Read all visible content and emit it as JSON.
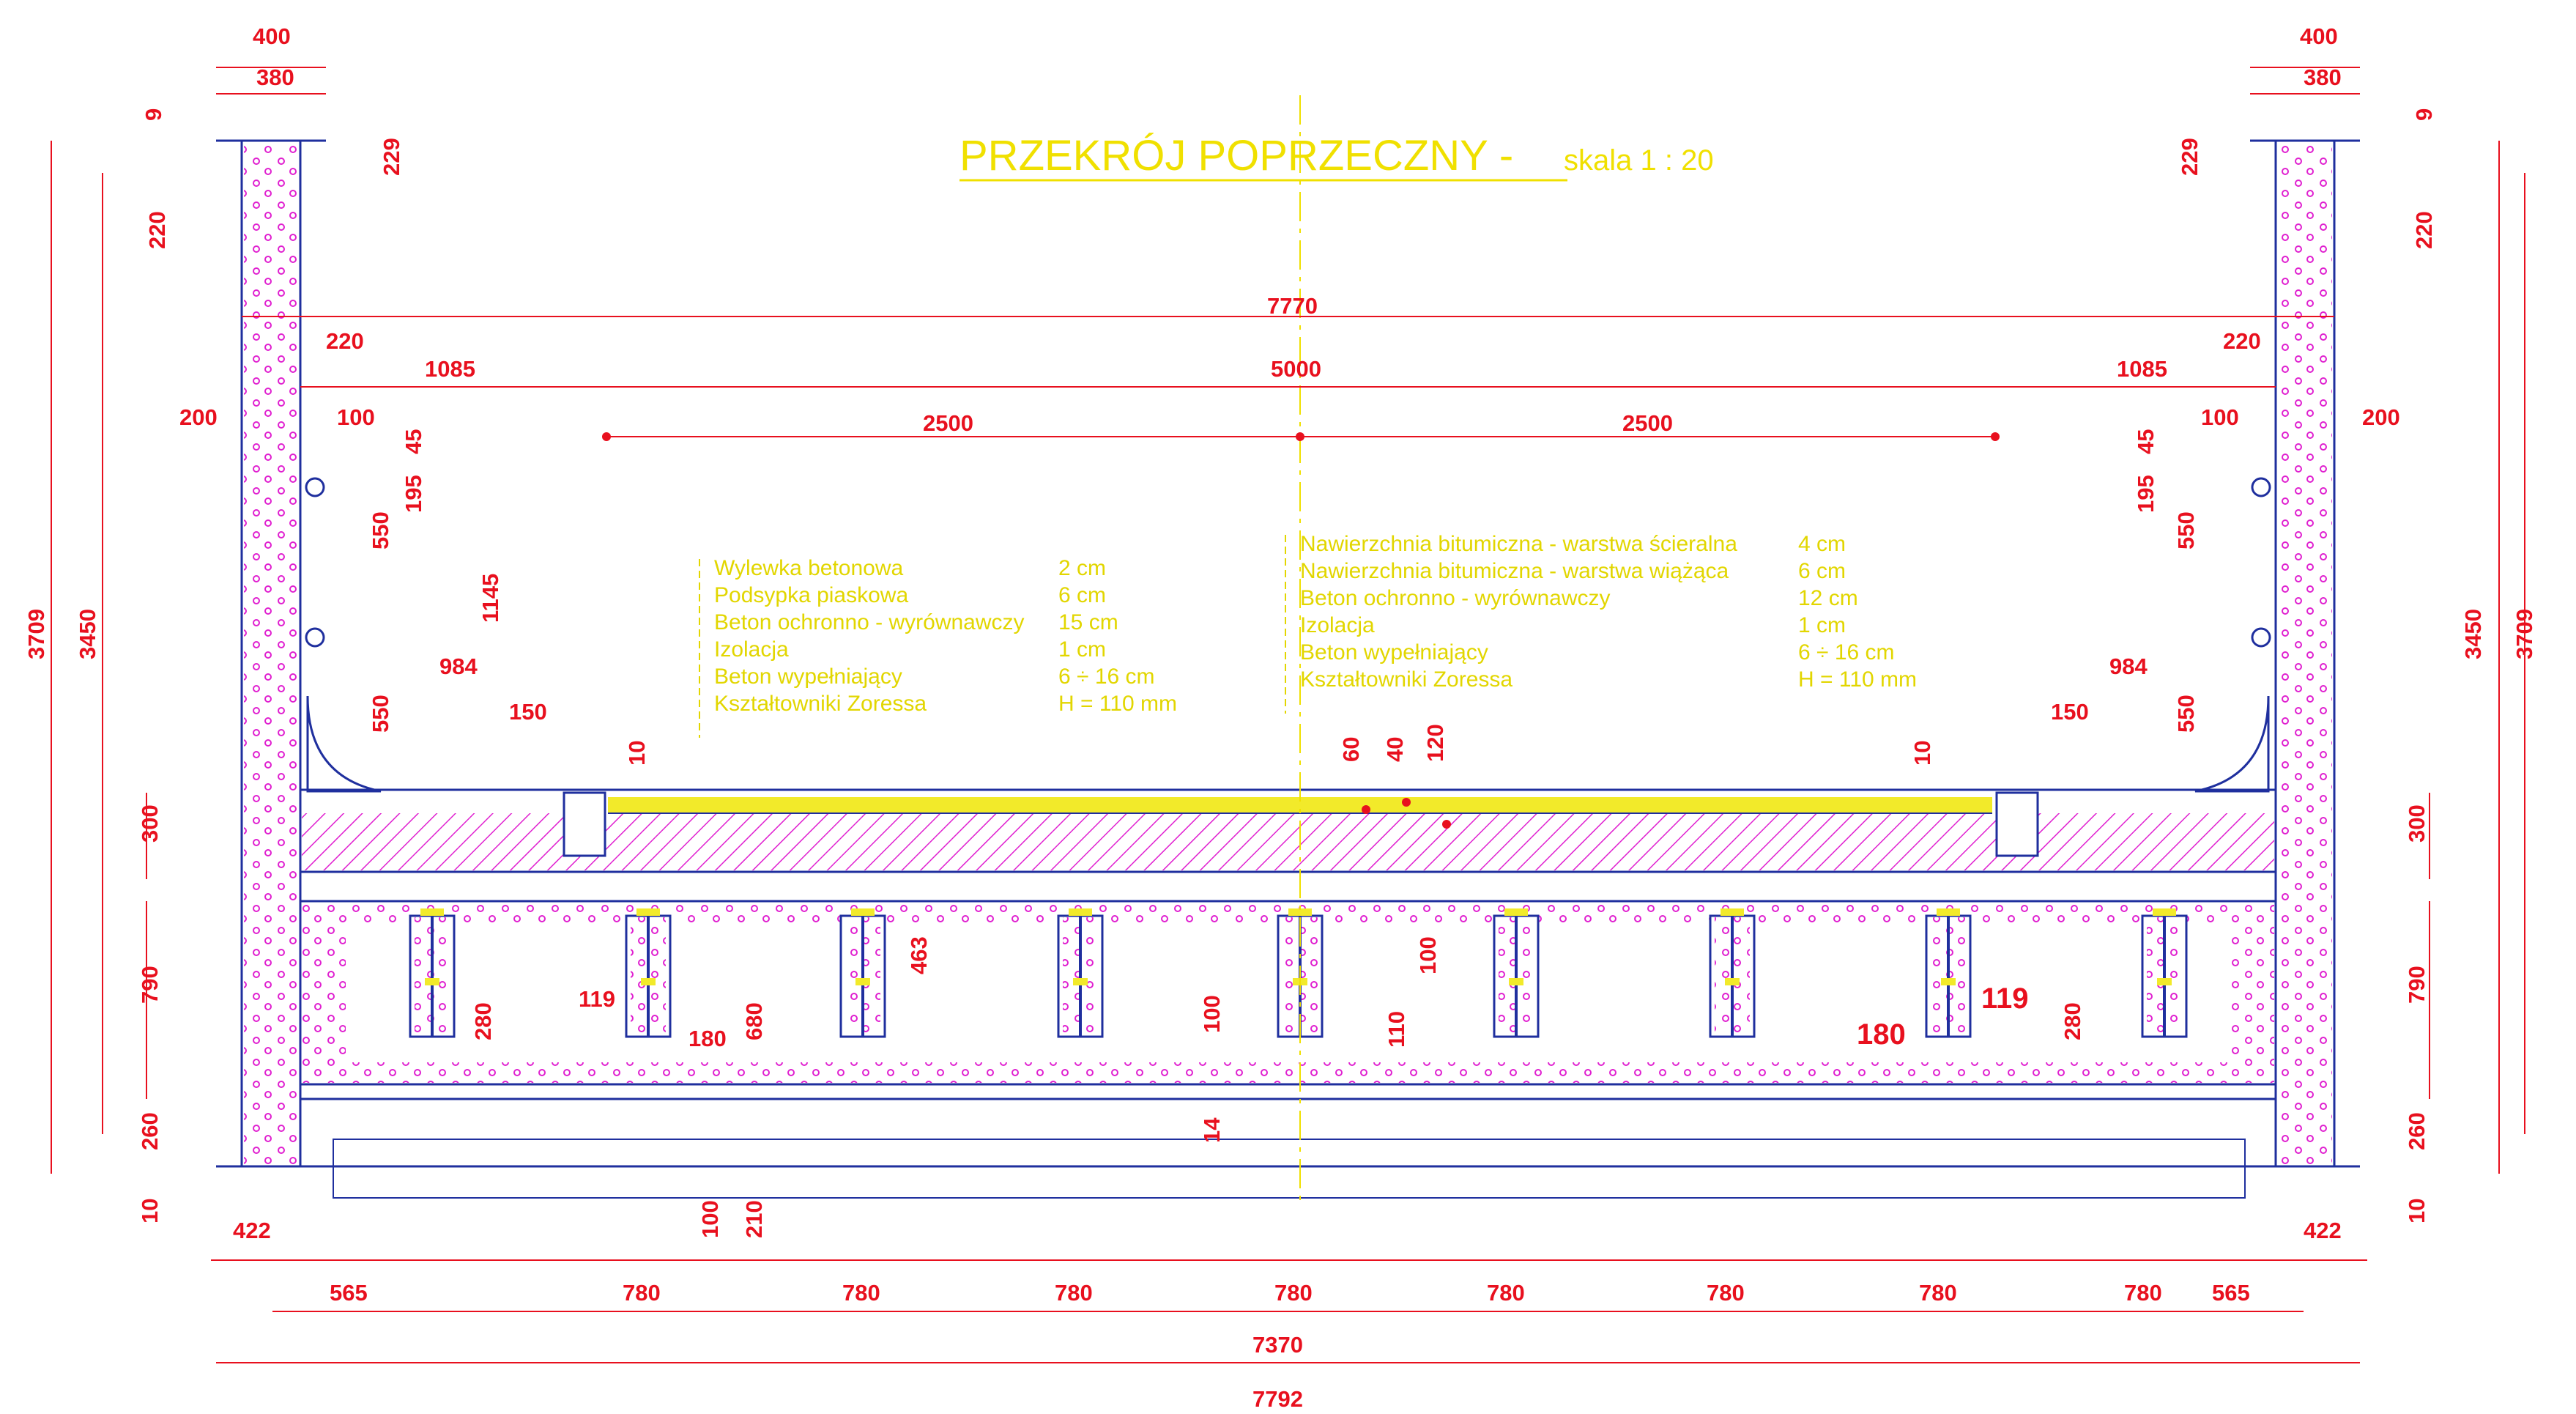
{
  "title": "PRZEKRÓJ  POPRZECZNY - ",
  "scale": "skala 1 : 20",
  "layers_left": [
    {
      "name": "Wylewka  betonowa",
      "value": "2 cm"
    },
    {
      "name": "Podsypka  piaskowa",
      "value": "6 cm"
    },
    {
      "name": "Beton  ochronno - wyrównawczy",
      "value": "15 cm"
    },
    {
      "name": "Izolacja",
      "value": "1 cm"
    },
    {
      "name": "Beton  wypełniający",
      "value": "6 ÷ 16 cm"
    },
    {
      "name": "Kształtowniki Zoressa",
      "value": "H = 110 mm"
    }
  ],
  "layers_right": [
    {
      "name": "Nawierzchnia bitumiczna - warstwa ścieralna",
      "value": "4 cm"
    },
    {
      "name": "Nawierzchnia bitumiczna - warstwa wiążąca",
      "value": "6 cm"
    },
    {
      "name": "Beton ochronno - wyrównawczy",
      "value": "12 cm"
    },
    {
      "name": "Izolacja",
      "value": "1 cm"
    },
    {
      "name": "Beton  wypełniający",
      "value": "6 ÷ 16 cm"
    },
    {
      "name": "Kształtowniki Zoressa",
      "value": "H = 110 mm"
    }
  ],
  "dimensions": {
    "d400": "400",
    "d380": "380",
    "d9": "9",
    "d229": "229",
    "d220": "220",
    "d7770": "7770",
    "d1085": "1085",
    "d5000": "5000",
    "d2500": "2500",
    "d200": "200",
    "d100": "100",
    "d45": "45",
    "d195": "195",
    "d550": "550",
    "d1145": "1145",
    "d984": "984",
    "d150": "150",
    "d10": "10",
    "d60": "60",
    "d40": "40",
    "d120": "120",
    "d3709": "3709",
    "d3450": "3450",
    "d300": "300",
    "d790": "790",
    "d260": "260",
    "d280": "280",
    "d119": "119",
    "d180": "180",
    "d680": "680",
    "d463": "463",
    "d110": "110",
    "d14": "14",
    "d210": "210",
    "d422": "422",
    "d565": "565",
    "d780": "780",
    "d7370": "7370",
    "d7792": "7792"
  },
  "colors": {
    "dimension": "#e8101e",
    "structure": "#1f2f9e",
    "annotation": "#f0e000",
    "insulation": "#e020d0"
  }
}
